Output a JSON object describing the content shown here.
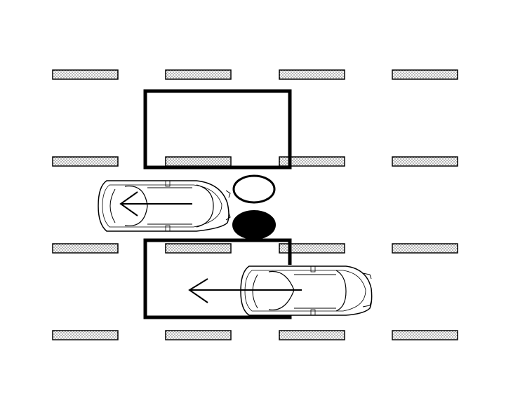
{
  "diagram": {
    "lane_marking_rows": 4,
    "lane_marking_columns": 4,
    "parking_boxes": 2,
    "vehicles": [
      {
        "id": "upper",
        "direction": "left"
      },
      {
        "id": "lower",
        "direction": "left"
      }
    ],
    "indicators": [
      {
        "id": "open-circle",
        "state": "off"
      },
      {
        "id": "filled-circle",
        "state": "on"
      }
    ],
    "colors": {
      "stroke": "#000000",
      "background": "#ffffff",
      "marking_fill": "#ffffff"
    }
  }
}
